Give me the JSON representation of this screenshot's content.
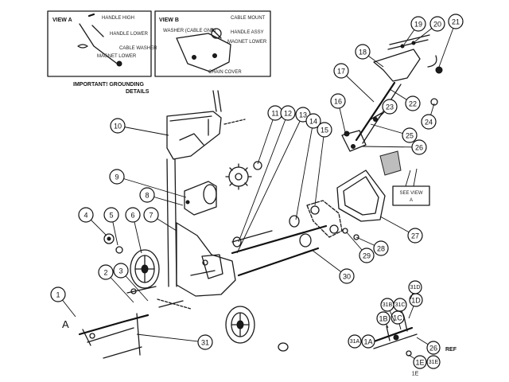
{
  "views": {
    "view_a": {
      "title": "VIEW A",
      "labels": [
        "HANDLE HIGH",
        "HANDLE LOWER",
        "MAGNET LOWER",
        "CABLE WASHER"
      ]
    },
    "view_b": {
      "title": "VIEW B",
      "labels": [
        "WASHER (CABLE GND)",
        "HANDLE ASSY",
        "MAGNET LOWER",
        "CABLE MOUNT",
        "CHAIN COVER"
      ]
    },
    "grounding_note": {
      "line1": "IMPORTANT!   GROUNDING",
      "line2": "DETAILS"
    }
  },
  "side_labels": {
    "a_letter": "A",
    "see_view": "SEE VIEW",
    "see_view_letter": "A",
    "ref_suffix": "REF"
  },
  "callouts": [
    {
      "id": "c1",
      "label": "1"
    },
    {
      "id": "c2",
      "label": "2"
    },
    {
      "id": "c3",
      "label": "3"
    },
    {
      "id": "c4",
      "label": "4"
    },
    {
      "id": "c5",
      "label": "5"
    },
    {
      "id": "c6",
      "label": "6"
    },
    {
      "id": "c7",
      "label": "7"
    },
    {
      "id": "c8",
      "label": "8"
    },
    {
      "id": "c9",
      "label": "9"
    },
    {
      "id": "c10",
      "label": "10"
    },
    {
      "id": "c11",
      "label": "11"
    },
    {
      "id": "c12",
      "label": "12"
    },
    {
      "id": "c13",
      "label": "13"
    },
    {
      "id": "c14",
      "label": "14"
    },
    {
      "id": "c15",
      "label": "15"
    },
    {
      "id": "c16",
      "label": "16"
    },
    {
      "id": "c17",
      "label": "17"
    },
    {
      "id": "c18",
      "label": "18"
    },
    {
      "id": "c19",
      "label": "19"
    },
    {
      "id": "c20",
      "label": "20"
    },
    {
      "id": "c21",
      "label": "21"
    },
    {
      "id": "c22",
      "label": "22"
    },
    {
      "id": "c23",
      "label": "23"
    },
    {
      "id": "c24",
      "label": "24"
    },
    {
      "id": "c25",
      "label": "25"
    },
    {
      "id": "c26",
      "label": "26"
    },
    {
      "id": "c27",
      "label": "27"
    },
    {
      "id": "c28",
      "label": "28"
    },
    {
      "id": "c29",
      "label": "29"
    },
    {
      "id": "c30",
      "label": "30"
    },
    {
      "id": "c31",
      "label": "31"
    },
    {
      "id": "c1a",
      "label": "1A"
    },
    {
      "id": "c1b",
      "label": "1B"
    },
    {
      "id": "c1c",
      "label": "1C"
    },
    {
      "id": "c1d",
      "label": "1D"
    },
    {
      "id": "c1e",
      "label": "1E"
    },
    {
      "id": "c31a",
      "label": "31A"
    },
    {
      "id": "c31b",
      "label": "31B"
    },
    {
      "id": "c31c",
      "label": "31C"
    },
    {
      "id": "c31d",
      "label": "31D"
    },
    {
      "id": "c31e",
      "label": "31E"
    },
    {
      "id": "c26ref",
      "label": "26"
    },
    {
      "id": "c1e2",
      "label": "1E"
    }
  ]
}
